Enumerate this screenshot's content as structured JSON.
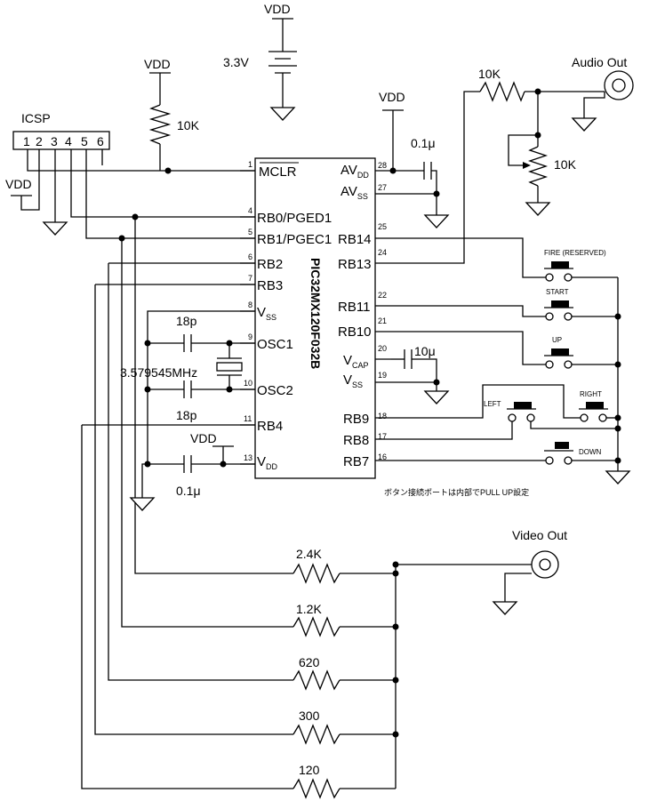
{
  "labels": {
    "vdd": "VDD",
    "battery_voltage": "3.3V",
    "icsp": "ICSP",
    "icsp_pins": [
      "1",
      "2",
      "3",
      "4",
      "5",
      "6"
    ],
    "r_mclr": "10K",
    "r_audio": "10K",
    "vol_audio": "10K",
    "c_avdd": "0.1μ",
    "c_vcap": "10μ",
    "c_vdd": "0.1μ",
    "c_osc1": "18p",
    "c_osc2": "18p",
    "crystal": "3.579545MHz",
    "audio_out": "Audio Out",
    "video_out": "Video Out",
    "note": "ボタン接続ポートは内部でPULL UP設定",
    "dac_resistors": [
      "2.4K",
      "1.2K",
      "620",
      "300",
      "120"
    ]
  },
  "chip": {
    "name": "PIC32MX120F032B",
    "left_pins": [
      {
        "num": "1",
        "name": "MCLR"
      },
      {
        "num": "4",
        "name": "RB0/PGED1"
      },
      {
        "num": "5",
        "name": "RB1/PGEC1"
      },
      {
        "num": "6",
        "name": "RB2"
      },
      {
        "num": "7",
        "name": "RB3"
      },
      {
        "num": "8",
        "name": "V",
        "sub": "SS"
      },
      {
        "num": "9",
        "name": "OSC1"
      },
      {
        "num": "10",
        "name": "OSC2"
      },
      {
        "num": "11",
        "name": "RB4"
      },
      {
        "num": "13",
        "name": "V",
        "sub": "DD"
      }
    ],
    "right_pins": [
      {
        "num": "28",
        "name": "AV",
        "sub": "DD"
      },
      {
        "num": "27",
        "name": "AV",
        "sub": "SS"
      },
      {
        "num": "25",
        "name": "RB14"
      },
      {
        "num": "24",
        "name": "RB13"
      },
      {
        "num": "22",
        "name": "RB11"
      },
      {
        "num": "21",
        "name": "RB10"
      },
      {
        "num": "20",
        "name": "V",
        "sub": "CAP"
      },
      {
        "num": "19",
        "name": "V",
        "sub": "SS"
      },
      {
        "num": "18",
        "name": "RB9"
      },
      {
        "num": "17",
        "name": "RB8"
      },
      {
        "num": "16",
        "name": "RB7"
      }
    ]
  },
  "buttons": [
    "FIRE (RESERVED)",
    "START",
    "UP",
    "LEFT",
    "RIGHT",
    "DOWN"
  ]
}
